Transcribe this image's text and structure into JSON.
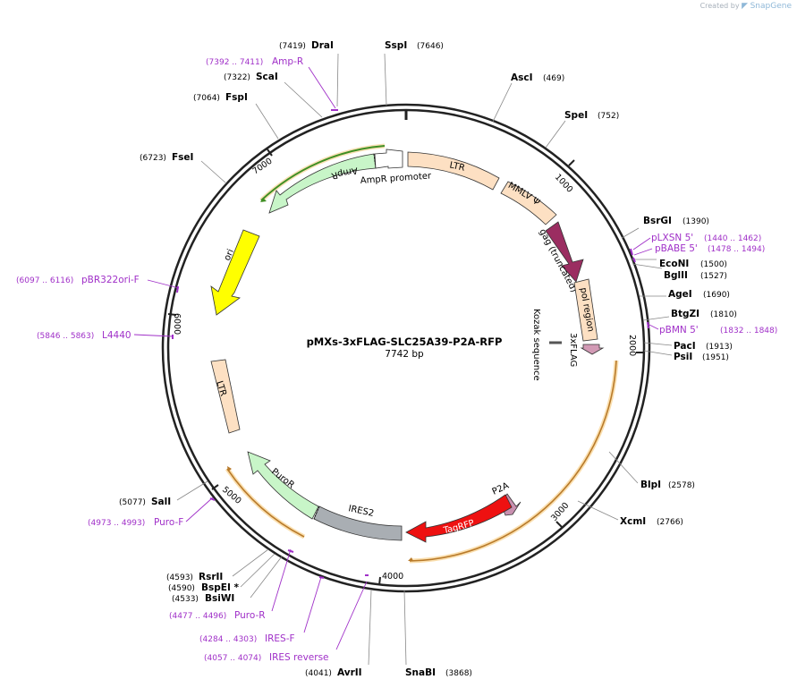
{
  "credit": {
    "created_by": "Created by",
    "brand": "SnapGene"
  },
  "plasmid": {
    "name": "pMXs-3xFLAG-SLC25A39-P2A-RFP",
    "length_label": "7742 bp",
    "length": 7742
  },
  "ticks": [
    "1000",
    "2000",
    "3000",
    "4000",
    "5000",
    "6000",
    "7000"
  ],
  "restriction_sites": [
    {
      "name": "DraI",
      "pos": "(7419)"
    },
    {
      "name": "SspI",
      "pos": "(7646)"
    },
    {
      "name": "AscI",
      "pos": "(469)"
    },
    {
      "name": "SpeI",
      "pos": "(752)"
    },
    {
      "name": "BsrGI",
      "pos": "(1390)"
    },
    {
      "name": "EcoNI",
      "pos": "(1500)"
    },
    {
      "name": "BglII",
      "pos": "(1527)"
    },
    {
      "name": "AgeI",
      "pos": "(1690)"
    },
    {
      "name": "BtgZI",
      "pos": "(1810)"
    },
    {
      "name": "PacI",
      "pos": "(1913)"
    },
    {
      "name": "PsiI",
      "pos": "(1951)"
    },
    {
      "name": "BlpI",
      "pos": "(2578)"
    },
    {
      "name": "XcmI",
      "pos": "(2766)"
    },
    {
      "name": "SnaBI",
      "pos": "(3868)"
    },
    {
      "name": "AvrII",
      "pos": "(4041)"
    },
    {
      "name": "BsiWI",
      "pos": "(4533)"
    },
    {
      "name": "BspEI *",
      "pos": "(4590)"
    },
    {
      "name": "RsrII",
      "pos": "(4593)"
    },
    {
      "name": "SalI",
      "pos": "(5077)"
    },
    {
      "name": "FseI",
      "pos": "(6723)"
    },
    {
      "name": "FspI",
      "pos": "(7064)"
    },
    {
      "name": "ScaI",
      "pos": "(7322)"
    }
  ],
  "primers": [
    {
      "name": "Amp-R",
      "pos": "(7392 .. 7411)"
    },
    {
      "name": "pLXSN 5'",
      "pos": "(1440 .. 1462)"
    },
    {
      "name": "pBABE 5'",
      "pos": "(1478 .. 1494)"
    },
    {
      "name": "pBMN 5'",
      "pos": "(1832 .. 1848)"
    },
    {
      "name": "pBR322ori-F",
      "pos": "(6097 .. 6116)"
    },
    {
      "name": "L4440",
      "pos": "(5846 .. 5863)"
    },
    {
      "name": "Puro-F",
      "pos": "(4973 .. 4993)"
    },
    {
      "name": "Puro-R",
      "pos": "(4477 .. 4496)"
    },
    {
      "name": "IRES-F",
      "pos": "(4284 .. 4303)"
    },
    {
      "name": "IRES reverse",
      "pos": "(4057 .. 4074)"
    }
  ],
  "features": [
    {
      "name": "LTR",
      "color": "#fde0c3"
    },
    {
      "name": "MMLV Ψ",
      "color": "#fde0c3"
    },
    {
      "name": "gag (truncated)",
      "color": "#9b2d61"
    },
    {
      "name": "pol region",
      "color": "#fde0c3"
    },
    {
      "name": "Kozak sequence",
      "color": "#555555"
    },
    {
      "name": "3xFLAG",
      "color": "#d29ab5"
    },
    {
      "name": "P2A",
      "color": "#c990b0"
    },
    {
      "name": "TagRFP",
      "color": "#ee1111"
    },
    {
      "name": "IRES2",
      "color": "#a9aeb3"
    },
    {
      "name": "PuroR",
      "color": "#c8f5c8"
    },
    {
      "name": "LTR",
      "color": "#fde0c3"
    },
    {
      "name": "ori",
      "color": "#ffff00"
    },
    {
      "name": "AmpR",
      "color": "#c8f5c8"
    },
    {
      "name": "AmpR promoter",
      "color": "#ffffff"
    }
  ],
  "colors": {
    "primer": "#a030c8",
    "orf_halo": "#f6c97a",
    "ring": "#222222"
  }
}
